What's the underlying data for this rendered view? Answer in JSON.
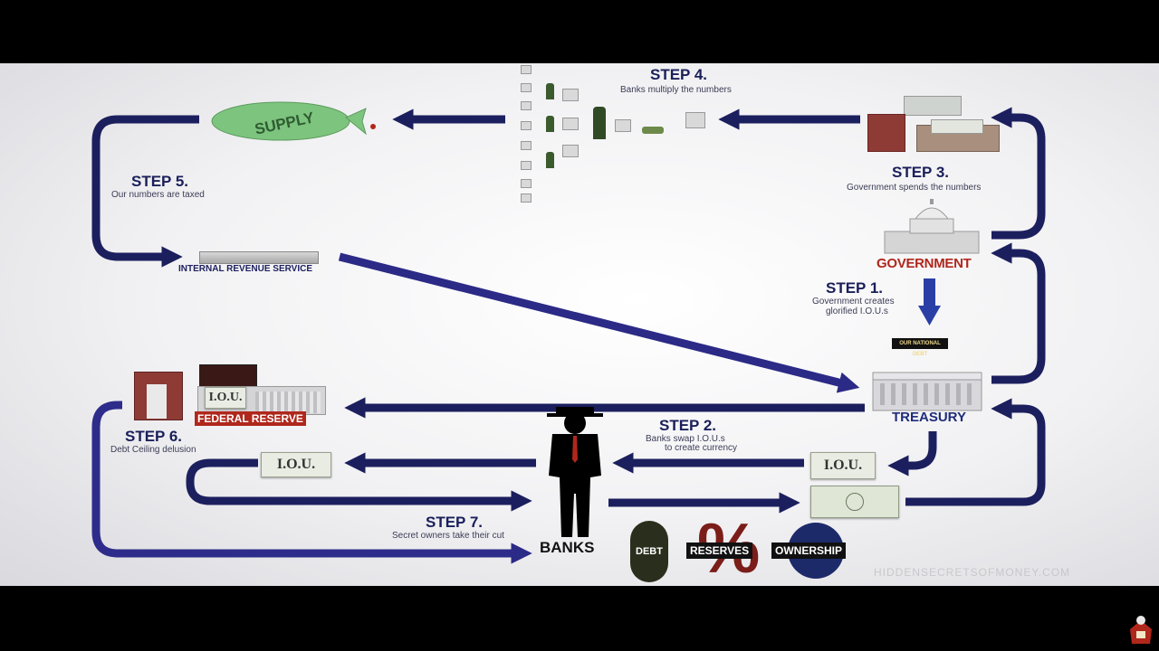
{
  "steps": {
    "s1": {
      "title": "STEP 1.",
      "sub_line1": "Government creates",
      "sub_line2": "glorified I.O.U.s"
    },
    "s2": {
      "title": "STEP 2.",
      "sub_line1": "Banks swap I.O.U.s",
      "sub_line2": "to create currency"
    },
    "s3": {
      "title": "STEP 3.",
      "sub": "Government spends the numbers"
    },
    "s4": {
      "title": "STEP 4.",
      "sub": "Banks multiply the numbers"
    },
    "s5": {
      "title": "STEP 5.",
      "sub": "Our numbers are taxed"
    },
    "s6": {
      "title": "STEP 6.",
      "sub": "Debt Ceiling delusion"
    },
    "s7": {
      "title": "STEP 7.",
      "sub": "Secret owners take their cut"
    }
  },
  "labels": {
    "government": "GOVERNMENT",
    "treasury": "TREASURY",
    "national_debt": "OUR NATIONAL DEBT",
    "irs": "INTERNAL REVENUE SERVICE",
    "federal_reserve": "FEDERAL RESERVE",
    "banks": "BANKS",
    "money_supply": "SUPPLY",
    "iou": "I.O.U.",
    "debt": "DEBT",
    "reserves": "RESERVES",
    "ownership": "OWNERSHIP",
    "watermark": "HIDDENSECRETSOFMONEY.COM"
  },
  "colors": {
    "arrow": "#1c1f5e",
    "step_text": "#1a1f5a",
    "red_label": "#b0271c",
    "treasury_label": "#1e2c7a",
    "money_green": "#7dc47f"
  }
}
